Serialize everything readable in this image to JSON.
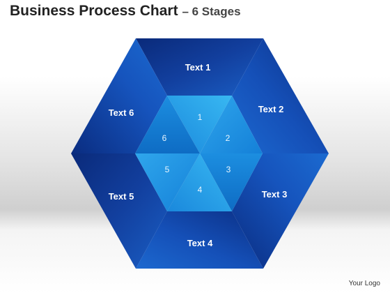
{
  "title": {
    "main": "Business Process Chart",
    "suffix": "– 6 Stages"
  },
  "stages": [
    {
      "number": "1",
      "label": "Text 1"
    },
    {
      "number": "2",
      "label": "Text 2"
    },
    {
      "number": "3",
      "label": "Text 3"
    },
    {
      "number": "4",
      "label": "Text 4"
    },
    {
      "number": "5",
      "label": "Text 5"
    },
    {
      "number": "6",
      "label": "Text 6"
    }
  ],
  "logo": "Your Logo",
  "colors": {
    "outer_dark": "#0a2f86",
    "outer_mid": "#124bb2",
    "outer_light": "#1a66cc",
    "inner_light": "#35b3f0",
    "inner_mid": "#1c8fe0",
    "inner_dark": "#0f70c8"
  }
}
